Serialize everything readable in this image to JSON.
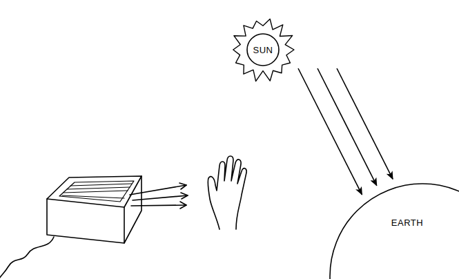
{
  "diagram": {
    "nodes": [
      {
        "text": [
          "SUN"
        ]
      },
      {
        "text": [
          "EARTH"
        ]
      }
    ],
    "edges": [
      {
        "from": 0,
        "to": 1,
        "arrow": "to"
      },
      {
        "from": 0,
        "to": 1,
        "arrow": "to"
      },
      {
        "from": 0,
        "to": 1,
        "arrow": "to"
      }
    ]
  }
}
